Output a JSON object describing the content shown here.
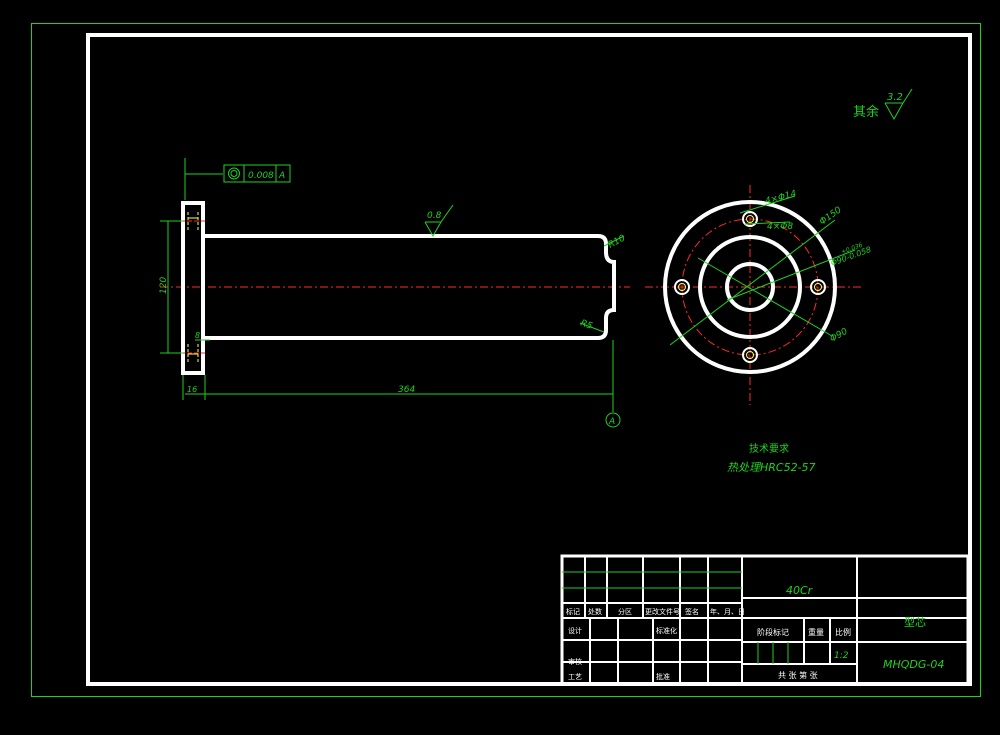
{
  "colors": {
    "background": "#000000",
    "outline": "#ffffff",
    "annotation": "#1fd21f",
    "centerline": "#ff2a2a",
    "highlight": "#ffff55"
  },
  "annotations": {
    "remaining_roughness_label": "其余",
    "remaining_roughness_value": "3.2",
    "shaft_roughness": "0.8",
    "coaxiality_value": "0.008",
    "datum_ref": "A",
    "datum_label": "A",
    "radius_top": "R10",
    "radius_bottom": "R5",
    "dim_height": "120",
    "dim_small": "8",
    "dim_flange": "16",
    "dim_length": "364",
    "holes_large": "4×Φ14",
    "holes_small": "4×Φ8",
    "dia_outer": "Φ150",
    "dia_mid": "Φ90",
    "dia_bore": "Φ90-0.058",
    "tol_upper": "+0.036",
    "note_title": "技术要求",
    "note_heat": "热处理HRC52-57"
  },
  "title_block": {
    "material": "40Cr",
    "part_name": "型芯",
    "drawing_no": "MHQDG-04",
    "scale": "1:2",
    "h_mark": "标记",
    "h_count": "处数",
    "h_zone": "分区",
    "h_doc": "更改文件号",
    "h_sign": "签名",
    "h_date": "年、月、日",
    "design": "设计",
    "standard": "标准化",
    "stage": "阶段标记",
    "weight": "重量",
    "ratio": "比例",
    "check": "审核",
    "process": "工艺",
    "approve": "批准",
    "sheets": "共 张  第 张"
  }
}
